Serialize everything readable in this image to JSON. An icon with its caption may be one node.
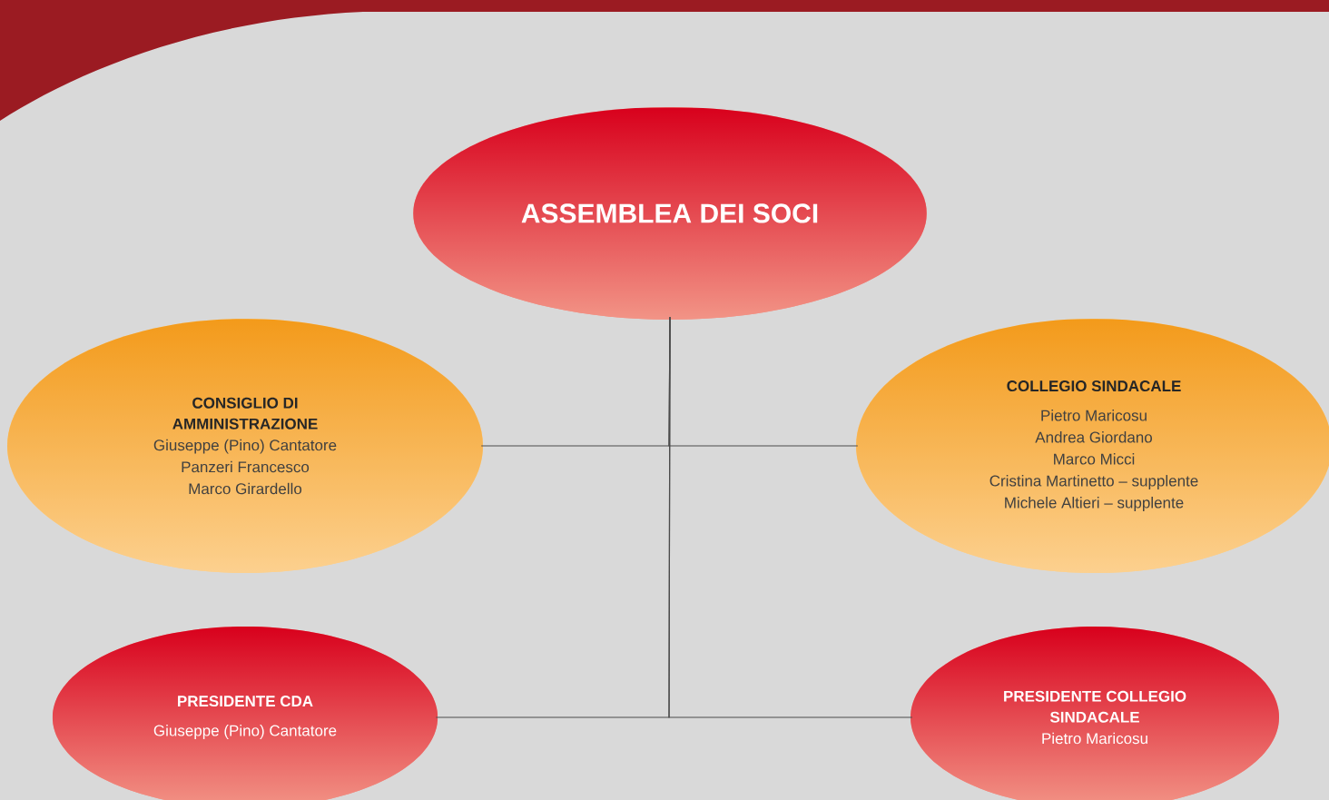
{
  "diagram": {
    "nodes": [
      {
        "text": [
          "ASSEMBLEA DEI SOCI"
        ]
      },
      {
        "text": [
          "CONSIGLIO DI AMMINISTRAZIONE",
          "Giuseppe (Pino) Cantatore",
          "Panzeri Francesco",
          "Marco Girardello"
        ]
      },
      {
        "text": [
          "COLLEGIO SINDACALE",
          "Pietro Maricosu",
          "Andrea Giordano",
          "Marco Micci",
          "Cristina Martinetto – supplente",
          "Michele Altieri – supplente"
        ]
      },
      {
        "text": [
          "PRESIDENTE CDA",
          "Giuseppe (Pino) Cantatore"
        ]
      },
      {
        "text": [
          "PRESIDENTE COLLEGIO SINDACALE",
          "Pietro Maricosu"
        ]
      }
    ],
    "edges": [
      {
        "from": 0,
        "to": 1,
        "arrow": "none"
      },
      {
        "from": 0,
        "to": 2,
        "arrow": "none"
      },
      {
        "from": 0,
        "to": 3,
        "arrow": "none"
      },
      {
        "from": 0,
        "to": 4,
        "arrow": "none"
      }
    ]
  }
}
